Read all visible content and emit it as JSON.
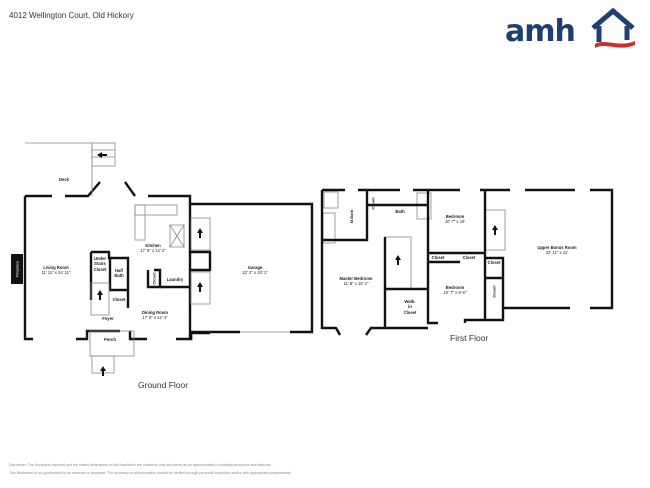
{
  "header": {
    "address": "4012 Wellington Court, Old Hickory",
    "logo": {
      "text": "amh",
      "icon": "house-roof-icon",
      "brand_color": "#1f3f73",
      "accent_color": "#d42a2a"
    }
  },
  "ground_floor": {
    "label": "Ground Floor",
    "rooms": [
      {
        "name": "Deck",
        "dims": ""
      },
      {
        "name": "Living Room",
        "dims": "11' 11\" x 24' 11\""
      },
      {
        "name": "Kitchen",
        "dims": "17' 9\" x 14' 2\""
      },
      {
        "name": "Garage",
        "dims": "22' 2\" x 23' 1\""
      },
      {
        "name": "Dining Room",
        "dims": "17' 9\" x 12' 4\""
      },
      {
        "name": "Under Stairs Closet",
        "dims": ""
      },
      {
        "name": "Half Bath",
        "dims": ""
      },
      {
        "name": "Closet",
        "dims": ""
      },
      {
        "name": "Laundry",
        "dims": ""
      },
      {
        "name": "Closet",
        "dims": ""
      },
      {
        "name": "Foyer",
        "dims": ""
      },
      {
        "name": "Porch",
        "dims": ""
      },
      {
        "name": "Fireplace",
        "dims": ""
      }
    ]
  },
  "first_floor": {
    "label": "First Floor",
    "rooms": [
      {
        "name": "Master Bedroom",
        "dims": "11' 8\" x 16' 2\""
      },
      {
        "name": "M.Bath",
        "dims": ""
      },
      {
        "name": "Closet",
        "dims": ""
      },
      {
        "name": "Bath",
        "dims": ""
      },
      {
        "name": "Walk-in Closet",
        "dims": ""
      },
      {
        "name": "Bedroom",
        "dims": "10' 7\" x 10'"
      },
      {
        "name": "Closet",
        "dims": ""
      },
      {
        "name": "Closet",
        "dims": ""
      },
      {
        "name": "Closet",
        "dims": ""
      },
      {
        "name": "Closet",
        "dims": ""
      },
      {
        "name": "Bedroom",
        "dims": "10' 7\" x 9' 6\""
      },
      {
        "name": "Upper Bonus Room",
        "dims": "22' 11\" x 21'"
      }
    ]
  },
  "footer": {
    "disclaimer_line1": "Disclaimer: The floorplans depicted and the stated dimensions in this illustration are indicative only and serve as an approximation of existing structures and features.",
    "disclaimer_line2": "This illustration is not guaranteed to be accurate or complete. The accuracy of all information should be verified through personal inspection and/or with appropriate professionals."
  }
}
